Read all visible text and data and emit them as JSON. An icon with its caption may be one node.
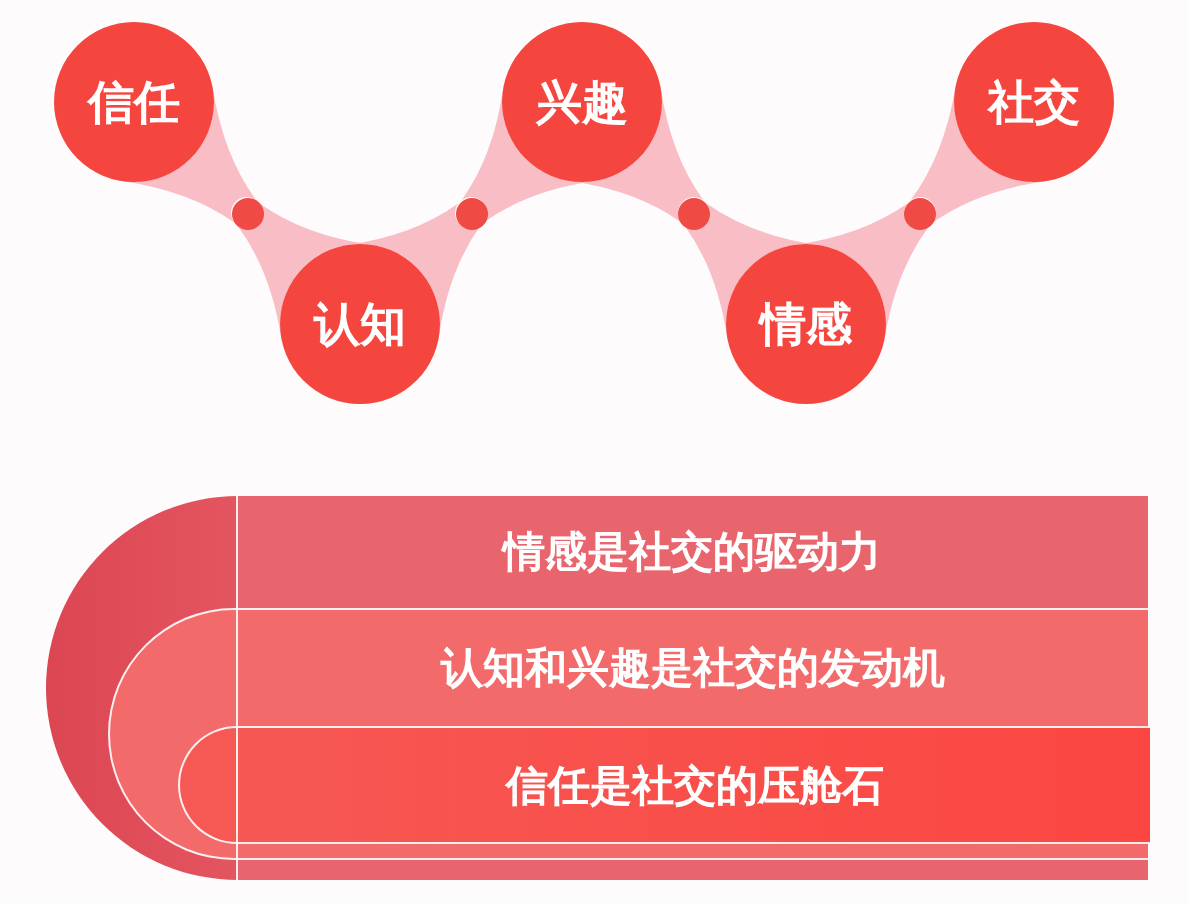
{
  "diagram": {
    "nodes": [
      {
        "text": [
          "信任"
        ]
      },
      {
        "text": [],
        "shape": "circle"
      },
      {
        "text": [
          "认知"
        ]
      },
      {
        "text": [],
        "shape": "circle"
      },
      {
        "text": [
          "兴趣"
        ]
      },
      {
        "text": [],
        "shape": "circle"
      },
      {
        "text": [
          "情感"
        ]
      },
      {
        "text": [],
        "shape": "circle"
      },
      {
        "text": [
          "社交"
        ]
      },
      {
        "text": [
          "情感是社交的驱动力"
        ]
      },
      {
        "text": [
          "认知和兴趣是社交的发动机"
        ],
        "in": 9
      },
      {
        "text": [
          "信任是社交的压舱石"
        ],
        "in": 10
      }
    ],
    "edges": [
      {
        "from": 0,
        "to": 1,
        "arrow": "none"
      },
      {
        "from": 1,
        "to": 2,
        "arrow": "none"
      },
      {
        "from": 2,
        "to": 3,
        "arrow": "none"
      },
      {
        "from": 3,
        "to": 4,
        "arrow": "none"
      },
      {
        "from": 4,
        "to": 5,
        "arrow": "none"
      },
      {
        "from": 5,
        "to": 6,
        "arrow": "none"
      },
      {
        "from": 6,
        "to": 7,
        "arrow": "none"
      },
      {
        "from": 7,
        "to": 8,
        "arrow": "none"
      }
    ]
  }
}
